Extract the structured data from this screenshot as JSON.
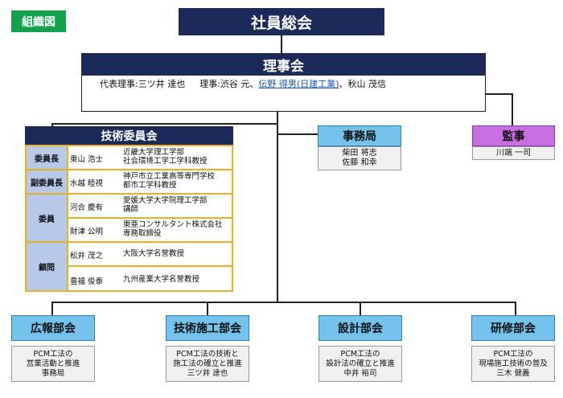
{
  "tag": "組織図",
  "general_meeting": "社員総会",
  "board": {
    "title": "理事会",
    "representative": "代表理事:三ツ井 達也",
    "directors_prefix": "理事:渋谷 元、",
    "directors_link": "伝野 得男(日建工業)",
    "directors_suffix": "、秋山 茂信"
  },
  "tech_committee": {
    "title": "技術委員会",
    "roles": [
      "委員長",
      "副委員長",
      "委員",
      "顧問"
    ],
    "members": [
      {
        "name": "東山 浩士",
        "aff1": "近畿大学理工学部",
        "aff2": "社会環境工学工学科教授"
      },
      {
        "name": "水越 睦視",
        "aff1": "神戸市立工業高等専門学校",
        "aff2": "都市工学科教授"
      },
      {
        "name": "河合 慶有",
        "aff1": "愛媛大学大学院理工学部",
        "aff2": "講師"
      },
      {
        "name": "財津 公明",
        "aff1": "東亜コンサルタント株式会社",
        "aff2": "専務取締役"
      },
      {
        "name": "松井 茂之",
        "aff1": "大阪大学名誉教授",
        "aff2": ""
      },
      {
        "name": "豊福 俊泰",
        "aff1": "九州産業大学名誉教授",
        "aff2": ""
      }
    ]
  },
  "secretariat": {
    "title": "事務局",
    "members": [
      "柴田 将志",
      "佐藤 和幸"
    ]
  },
  "auditor": {
    "title": "監事",
    "member": "川端 一司"
  },
  "departments": [
    {
      "title": "広報部会",
      "lines": [
        "PCM工法の",
        "営業活動と推進",
        "事務局"
      ]
    },
    {
      "title": "技術施工部会",
      "lines": [
        "PCM工法の技術と",
        "施工法の確立と推進",
        "三ツ井 達也"
      ]
    },
    {
      "title": "設計部会",
      "lines": [
        "PCM工法の",
        "設計法の確立と推進",
        "中井 裕司"
      ]
    },
    {
      "title": "研修部会",
      "lines": [
        "PCM工法の",
        "現場施工技術の普及",
        "三木 健義"
      ]
    }
  ],
  "colors": {
    "navy": "#1c2a5a",
    "blue": "#74c3ec",
    "purple": "#c96ee0",
    "gold": "#e8b320",
    "green": "#12a24b"
  }
}
